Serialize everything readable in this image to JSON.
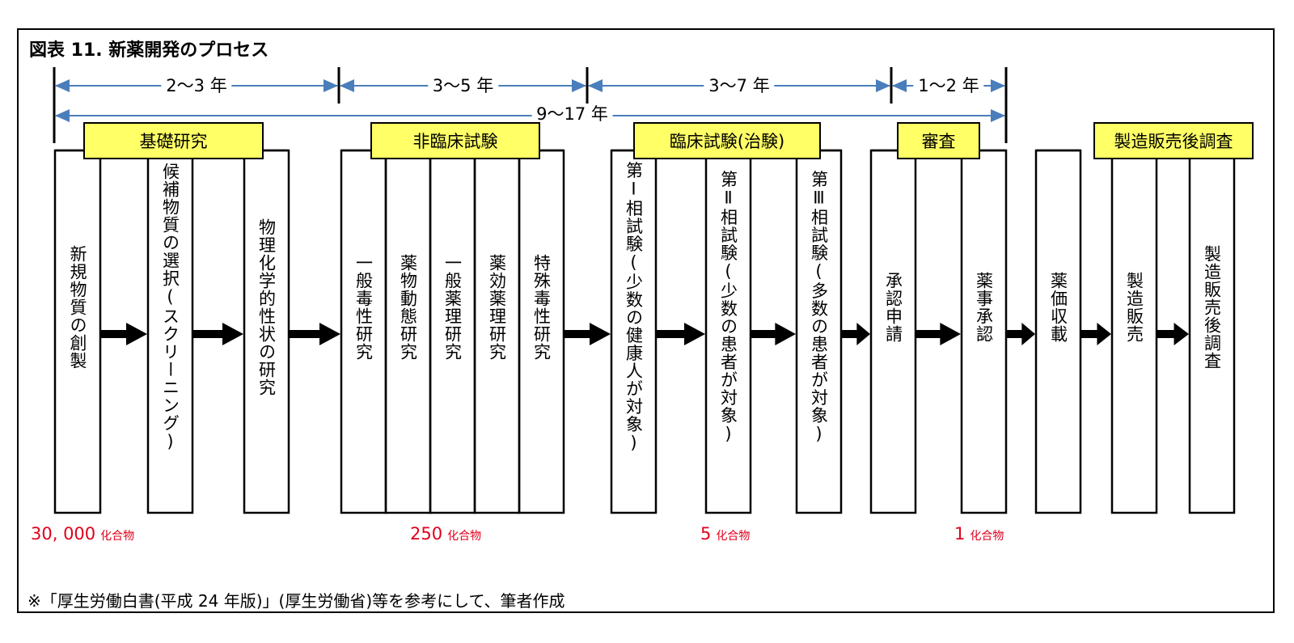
{
  "title": "図表 11. 新薬開発のプロセス",
  "colors": {
    "arrow_blue": "#4a7ebb",
    "phase_fill": "#ffff66",
    "count_red": "#e0001b",
    "line": "#000000"
  },
  "durations": [
    {
      "label": "2〜3 年",
      "from": "基礎研究 start",
      "to": "非臨床試験 start"
    },
    {
      "label": "3〜5 年",
      "from": "非臨床試験 start",
      "to": "臨床試験 start"
    },
    {
      "label": "3〜7 年",
      "from": "臨床試験 start",
      "to": "審査 start"
    },
    {
      "label": "1〜2 年",
      "from": "審査 start",
      "to": "審査 end"
    },
    {
      "label": "9〜17 年",
      "from": "基礎研究 start",
      "to": "審査 end"
    }
  ],
  "phases": [
    {
      "label": "基礎研究",
      "steps": [
        "新規物質の創製",
        "候補物質の選択(スクリーニング)",
        "物理化学的性状の研究"
      ]
    },
    {
      "label": "非臨床試験",
      "steps": [
        "一般毒性研究",
        "薬物動態研究",
        "一般薬理研究",
        "薬効薬理研究",
        "特殊毒性研究"
      ]
    },
    {
      "label": "臨床試験(治験)",
      "steps": [
        "第Ⅰ相試験(少数の健康人が対象)",
        "第Ⅱ相試験(少数の患者が対象)",
        "第Ⅲ相試験(多数の患者が対象)"
      ]
    },
    {
      "label": "審査",
      "steps": [
        "承認申請",
        "薬事承認"
      ]
    },
    {
      "label": "",
      "steps": [
        "薬価収載"
      ]
    },
    {
      "label": "製造販売後調査",
      "steps": [
        "製造販売",
        "製造販売後調査"
      ]
    }
  ],
  "counts": [
    {
      "value": "30, 000",
      "unit": "化合物"
    },
    {
      "value": "250",
      "unit": "化合物"
    },
    {
      "value": "5",
      "unit": "化合物"
    },
    {
      "value": "1",
      "unit": "化合物"
    }
  ],
  "footnote": "※「厚生労働白書(平成 24 年版)」(厚生労働省)等を参考にして、筆者作成"
}
